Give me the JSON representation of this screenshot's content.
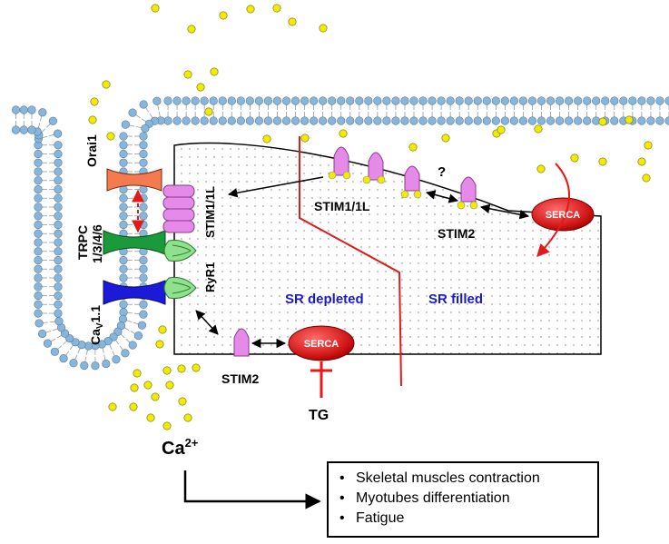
{
  "labels": {
    "orai1": "Orai1",
    "trpc_line1": "TRPC",
    "trpc_line2": "1/3/4/6",
    "cav_main": "Ca",
    "cav_sub": "V",
    "cav_rest": "1.1",
    "stim1_pm": "STIM1/1L",
    "ryr1": "RyR1",
    "stim1_sr": "STIM1/1L",
    "stim2_sr": "STIM2",
    "stim2_bottom": "STIM2",
    "question": "?",
    "serca_right": "SERCA",
    "serca_bottom": "SERCA",
    "sr_depleted": "SR depleted",
    "sr_filled": "SR filled",
    "tg": "TG",
    "ca_main": "Ca",
    "ca_sup": "2+"
  },
  "outcomes": [
    "Skeletal muscles contraction",
    "Myotubes differentiation",
    "Fatigue"
  ],
  "colors": {
    "orai": "#f47a4f",
    "trpc": "#1a9a3a",
    "cav": "#1a1ad8",
    "stim": "#e58ae8",
    "ryr": "#8fe08f",
    "serca": "#d41a1a",
    "calcium": "#f2ea00",
    "lipid_head": "#86b6dc",
    "red_line": "#e41a1a",
    "sr_label": "#1a1acc"
  }
}
